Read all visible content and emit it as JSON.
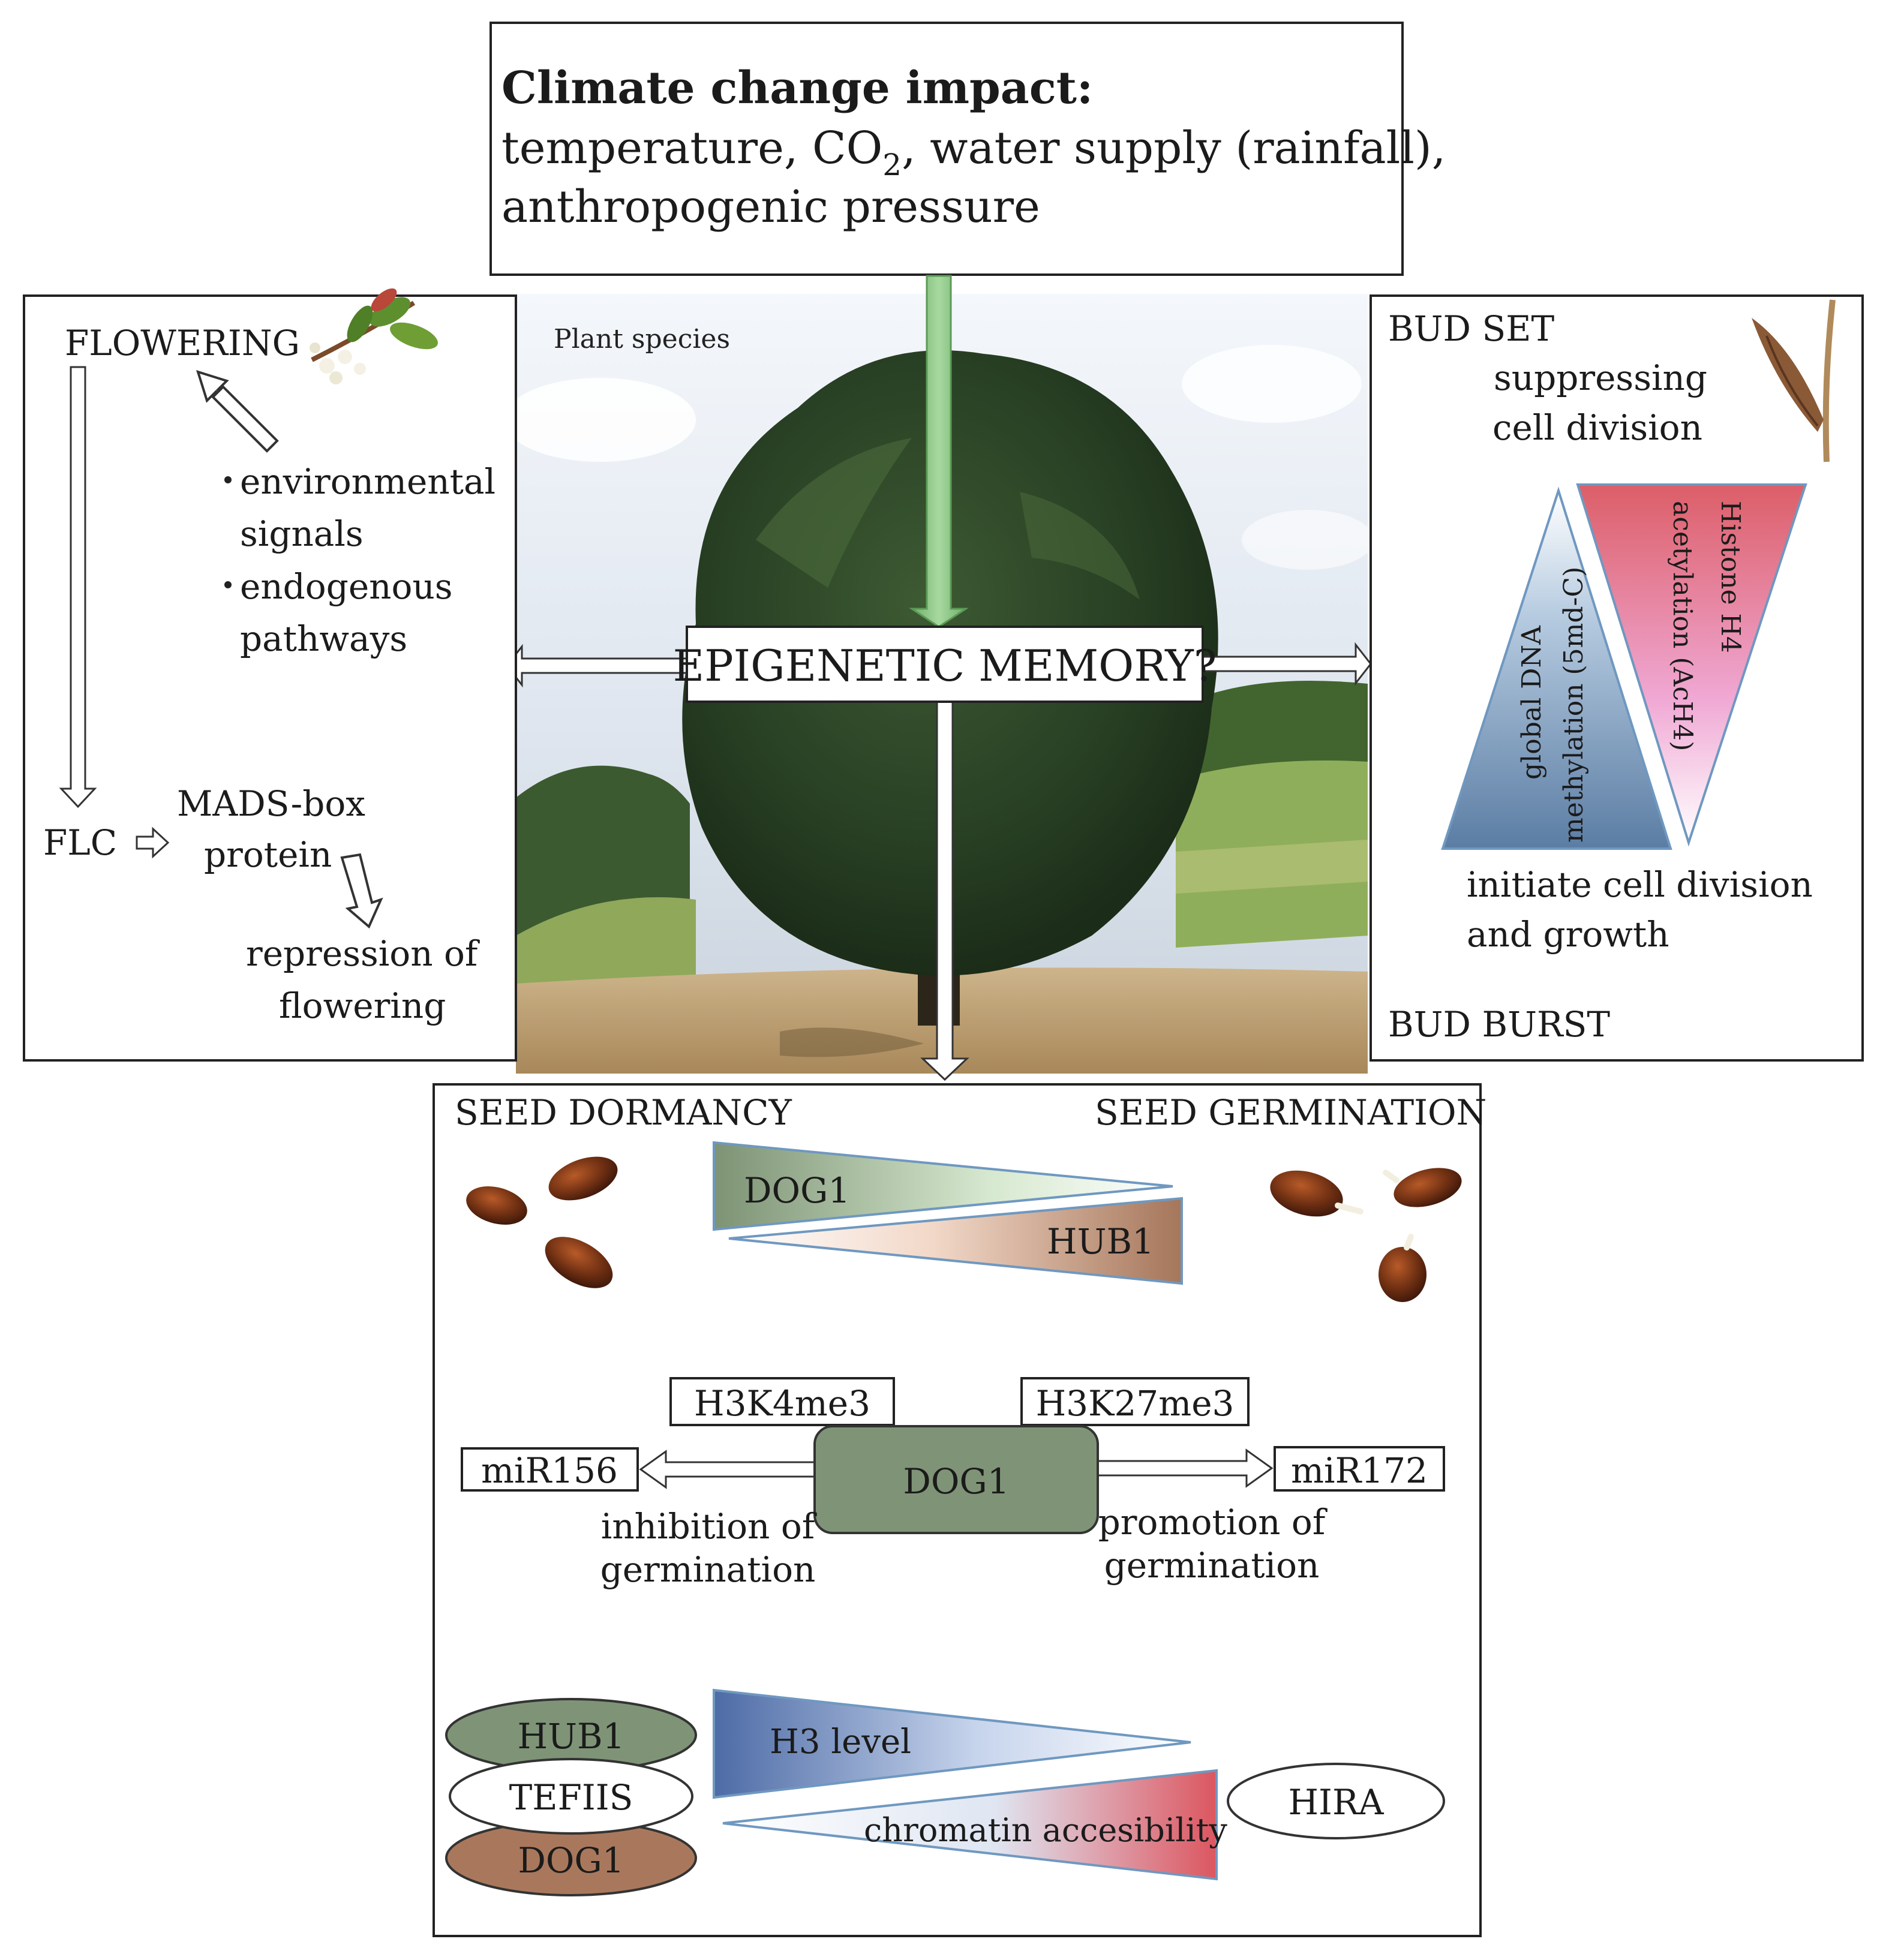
{
  "header": {
    "title": "Climate change impact:",
    "line1_prefix": "temperature, CO",
    "line1_sub": "2",
    "line1_suffix": ", water supply (rainfall),",
    "line2": "anthropogenic pressure"
  },
  "center": {
    "photo_caption": "Plant species",
    "memory_label": "EPIGENETIC MEMORY?"
  },
  "flowering": {
    "title": "FLOWERING",
    "bullet1_a": "environmental",
    "bullet1_b": "signals",
    "bullet2_a": "endogenous",
    "bullet2_b": "pathways",
    "flc": "FLC",
    "mads_a": "MADS-box",
    "mads_b": "protein",
    "repression_a": "repression of",
    "repression_b": "flowering"
  },
  "bud": {
    "set_title": "BUD SET",
    "suppress_a": "suppressing",
    "suppress_b": "cell division",
    "histone_a": "Histone H4",
    "histone_b": "acetylation (AcH4)",
    "dna_a": "global DNA",
    "dna_b": "methylation (5md-C)",
    "initiate_a": "initiate cell division",
    "initiate_b": "and growth",
    "burst_title": "BUD BURST"
  },
  "seed": {
    "dormancy_title": "SEED DORMANCY",
    "germination_title": "SEED GERMINATION",
    "wedge_dog1": "DOG1",
    "wedge_hub1": "HUB1",
    "h3k4": "H3K4me3",
    "h3k27": "H3K27me3",
    "mir156": "miR156",
    "mir172": "miR172",
    "dog1_center": "DOG1",
    "inhibition_a": "inhibition of",
    "inhibition_b": "germination",
    "promotion_a": "promotion of",
    "promotion_b": "germination",
    "oval_hub1": "HUB1",
    "oval_tefiis": "TEFIIS",
    "oval_dog1": "DOG1",
    "h3_level": "H3 level",
    "chromatin": "chromatin accesibility",
    "hira": "HIRA"
  },
  "colors": {
    "dog1_green": "#7f9477",
    "hub1_brown": "#a9785c",
    "histone_red": "#d9626a",
    "dna_blue": "#5c7fa6",
    "arrow_green": "#8fc88a",
    "h3_blue": "#4f6ea8",
    "chromatin_red": "#dc5660"
  }
}
